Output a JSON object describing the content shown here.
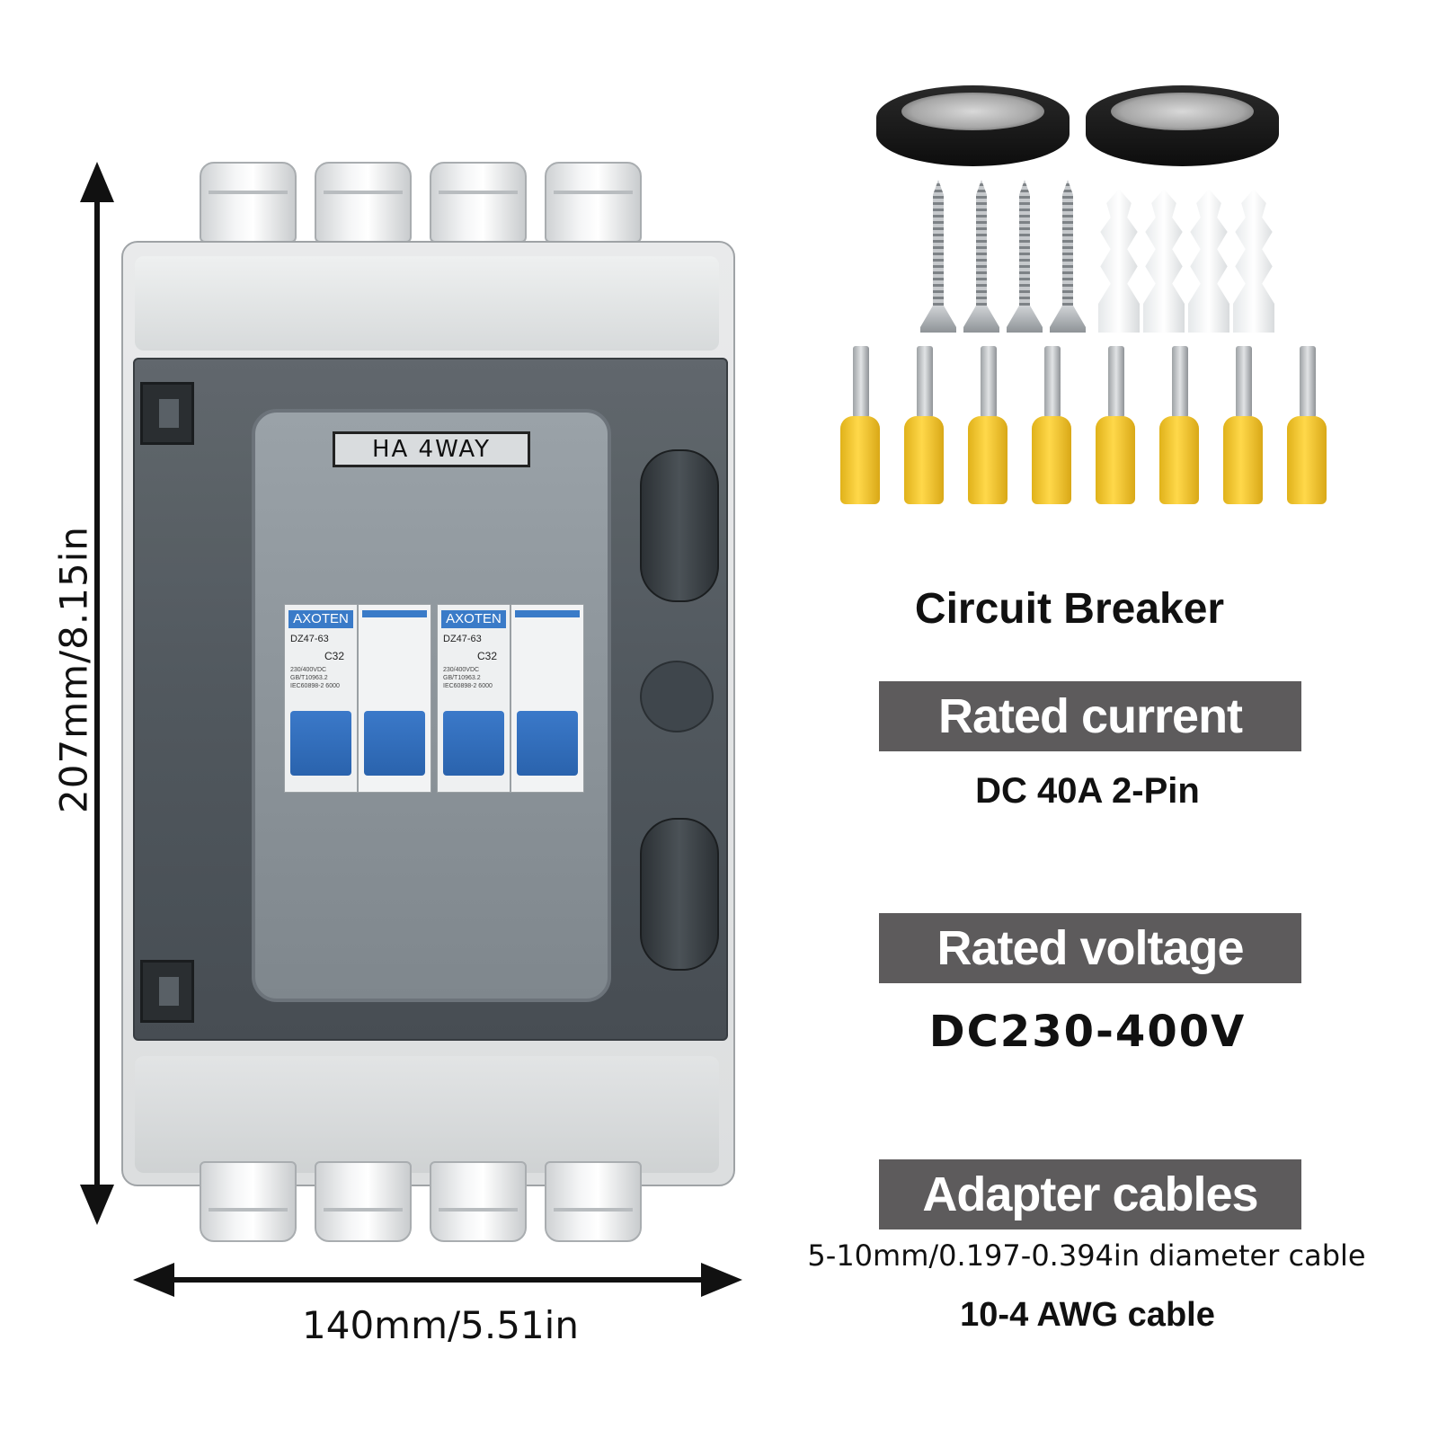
{
  "dimensions": {
    "height_label": "207mm/8.15in",
    "width_label": "140mm/5.51in"
  },
  "enclosure": {
    "name_plate": "HA 4WAY",
    "breakers": [
      {
        "brand": "AXOTEN",
        "model": "DZ47-63",
        "rating": "C32",
        "spec": "230/400VDC GB/T10963.2 IEC60898-2 6000"
      },
      {
        "brand": "AXOTEN",
        "model": "DZ47-63",
        "rating": "C32",
        "spec": "230/400VDC GB/T10963.2 IEC60898-2 6000"
      }
    ]
  },
  "specs": {
    "title": "Circuit Breaker",
    "rated_current_label": "Rated current",
    "rated_current_value": "DC 40A 2-Pin",
    "rated_voltage_label": "Rated voltage",
    "rated_voltage_value": "DC230-400V",
    "adapter_label": "Adapter cables",
    "cable_diameter": "5-10mm/0.197-0.394in diameter cable",
    "cable_awg": "10-4 AWG cable"
  },
  "colors": {
    "banner_bg": "#5d5b5c",
    "breaker_blue": "#3a7bc8",
    "terminal_yellow": "#ffd84a"
  }
}
